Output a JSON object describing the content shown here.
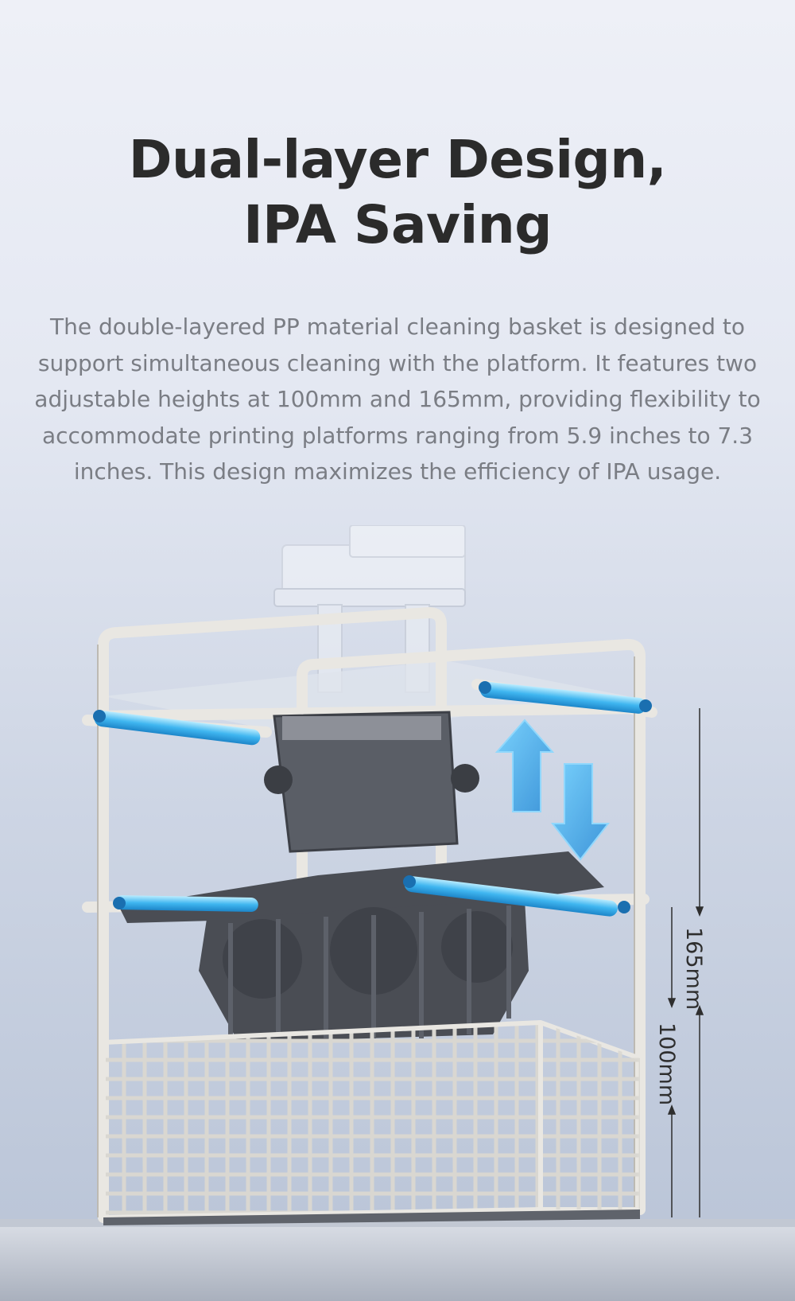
{
  "header": {
    "title_line1": "Dual-layer Design,",
    "title_line2": "IPA Saving"
  },
  "body": {
    "description": "The double-layered PP material cleaning basket is designed to support simultaneous cleaning with the platform. It features two adjustable heights at 100mm and 165mm, providing flexibility to accommodate printing platforms ranging from 5.9 inches to 7.3 inches. This design maximizes the efficiency of IPA usage."
  },
  "illustration": {
    "dimension_upper": "165mm",
    "dimension_lower": "100mm",
    "accent_color": "#4fc3f7",
    "frame_color": "#e9e7e2",
    "part_color": "#4a4d54"
  }
}
